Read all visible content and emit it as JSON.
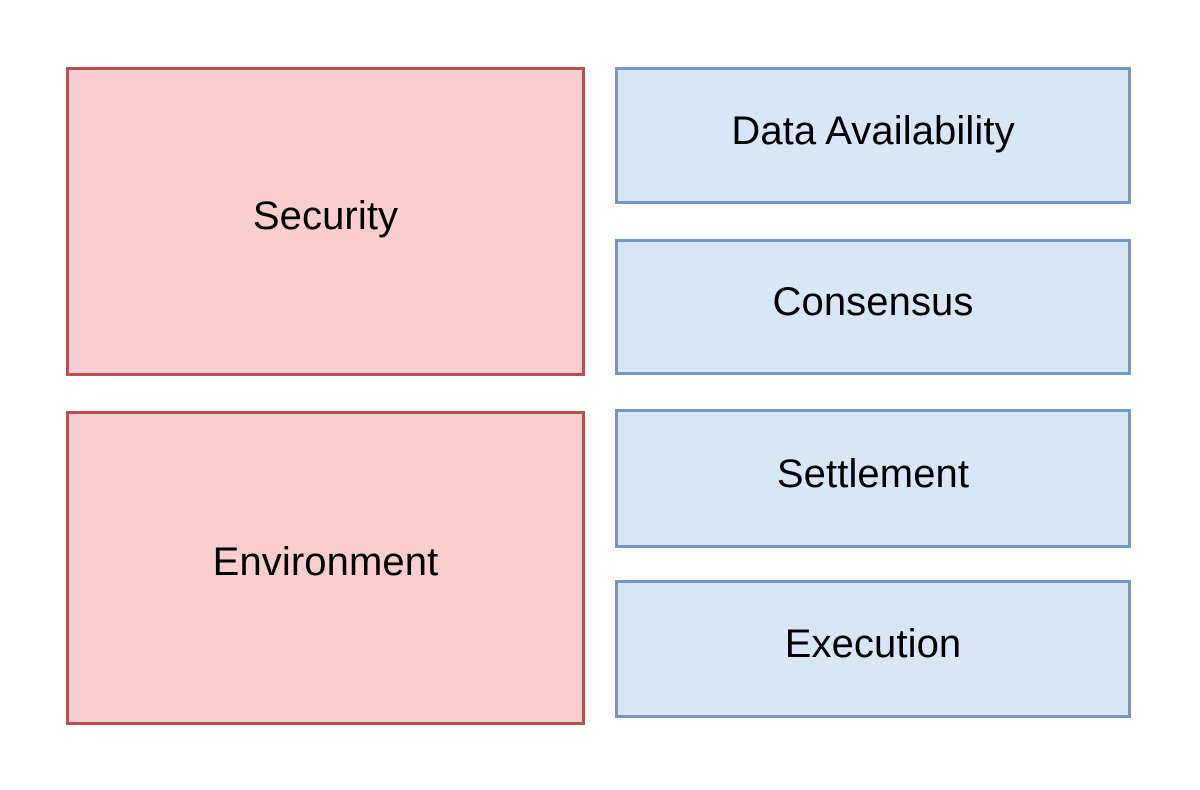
{
  "diagram": {
    "background_color": "#ffffff",
    "columns": [
      {
        "name": "categories",
        "fill_color": "#f8ced0",
        "border_color": "#b5514e",
        "nodes": [
          {
            "label": "Security"
          },
          {
            "label": "Environment"
          }
        ]
      },
      {
        "name": "layers",
        "fill_color": "#d9e6f8",
        "border_color": "#7696c4",
        "nodes": [
          {
            "label": "Data Availability"
          },
          {
            "label": "Consensus"
          },
          {
            "label": "Settlement"
          },
          {
            "label": "Execution"
          }
        ]
      }
    ]
  }
}
